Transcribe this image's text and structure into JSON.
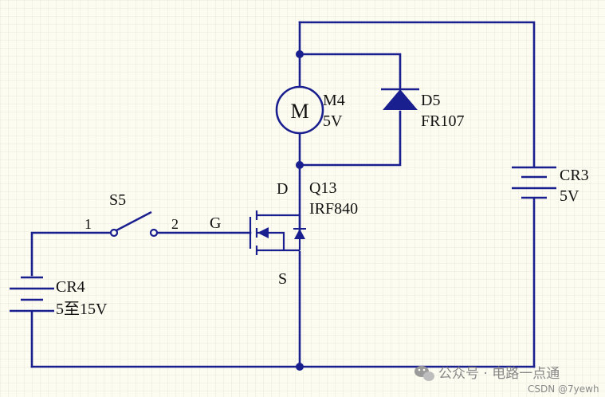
{
  "colors": {
    "background": "#fdfcf1",
    "grid": "#e8e6d6",
    "wire": "#1a1f8f",
    "component": "#1a1f8f",
    "label": "#111111",
    "watermark": "#8a8a8a"
  },
  "components": {
    "motor": {
      "ref": "M4",
      "value": "5V",
      "symbol": "M"
    },
    "diode": {
      "ref": "D5",
      "value": "FR107"
    },
    "battery_right": {
      "ref": "CR3",
      "value": "5V"
    },
    "battery_left": {
      "ref": "CR4",
      "value": "5至15V"
    },
    "mosfet": {
      "ref": "Q13",
      "value": "IRF840",
      "drain": "D",
      "source": "S",
      "gate": "G"
    },
    "switch": {
      "ref": "S5",
      "pin1": "1",
      "pin2": "2"
    }
  },
  "watermark": {
    "channel": "公众号 · 电路一点通",
    "credit": "CSDN @7yewh",
    "icon": "wechat-icon"
  }
}
